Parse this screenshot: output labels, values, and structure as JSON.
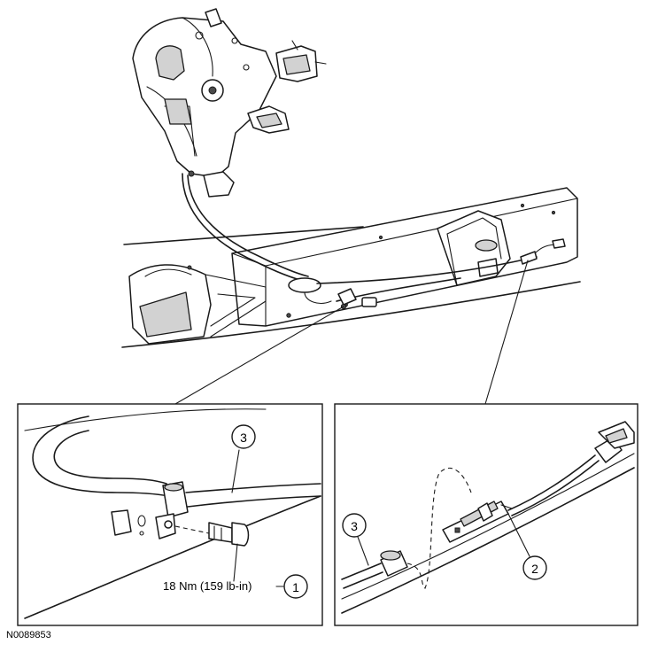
{
  "figure_id": "N0089853",
  "callouts": {
    "left_detail": [
      {
        "number": "3",
        "label": ""
      },
      {
        "number": "1",
        "label": "18 Nm (159 lb-in)"
      }
    ],
    "right_detail": [
      {
        "number": "3"
      },
      {
        "number": "2"
      }
    ]
  }
}
